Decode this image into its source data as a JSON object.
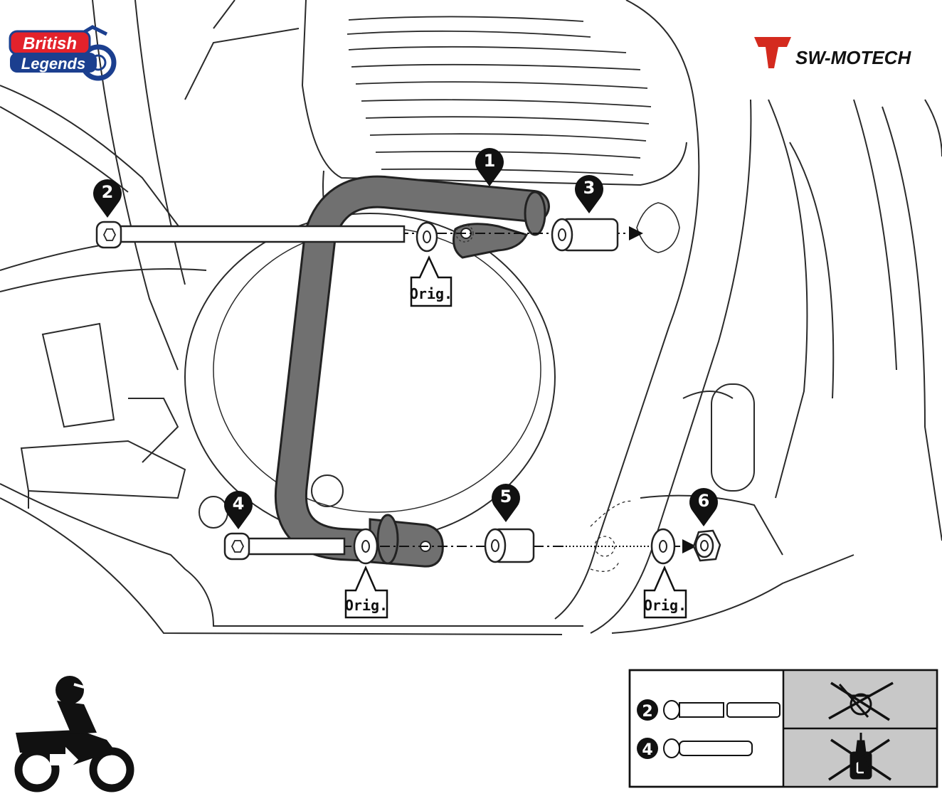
{
  "logos": {
    "british_legends": {
      "line1": "British",
      "line2": "Legends"
    },
    "sw_motech": {
      "name": "SW-MOTECH"
    }
  },
  "callouts": [
    "1",
    "2",
    "3",
    "4",
    "5",
    "6"
  ],
  "orig_label": "Orig.",
  "legend": {
    "rows": [
      {
        "number": "2",
        "tool_icon": "no-torque-wrench-icon"
      },
      {
        "number": "4",
        "tool_icon": "no-threadlocker-icon"
      }
    ]
  },
  "colors": {
    "bar": "#707070",
    "legend_panel": "#c8c8c8",
    "sw_red": "#d42a1e",
    "bl_blue": "#1b3f8f",
    "bl_red": "#e3222b"
  }
}
